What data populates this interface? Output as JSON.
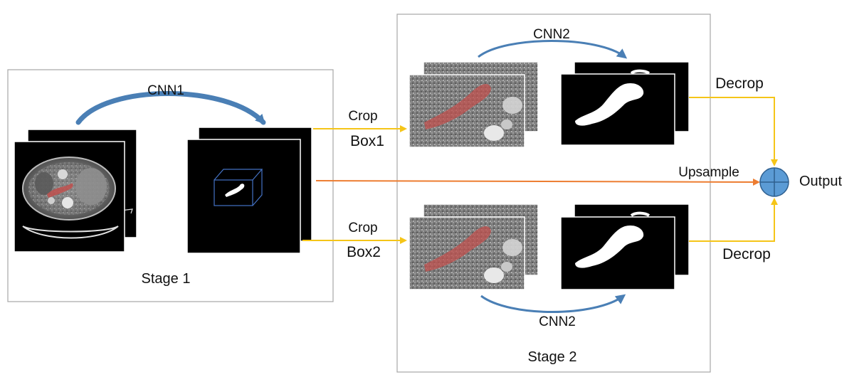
{
  "stage1": {
    "label": "Stage 1",
    "network": "CNN1"
  },
  "stage2": {
    "label": "Stage 2",
    "network_top": "CNN2",
    "network_bottom": "CNN2"
  },
  "connections": {
    "crop1": "Crop",
    "box1": "Box1",
    "crop2": "Crop",
    "box2": "Box2",
    "upsample": "Upsample",
    "decrop_top": "Decrop",
    "decrop_bottom": "Decrop",
    "output": "Output"
  },
  "colors": {
    "frame_border": "#a6a6a6",
    "crop_arrow": "#f5c518",
    "upsample_arrow": "#ed7d31",
    "cnn_arrow": "#4a7fb5",
    "sum_node": "#5b9bd5",
    "pancreas_overlay": "#c0504d",
    "bounding_box": "#4472c4"
  },
  "icons": {
    "sum_node": "circle-plus-icon",
    "ct_slice": "ct-scan-image",
    "mask": "segmentation-mask-image"
  }
}
